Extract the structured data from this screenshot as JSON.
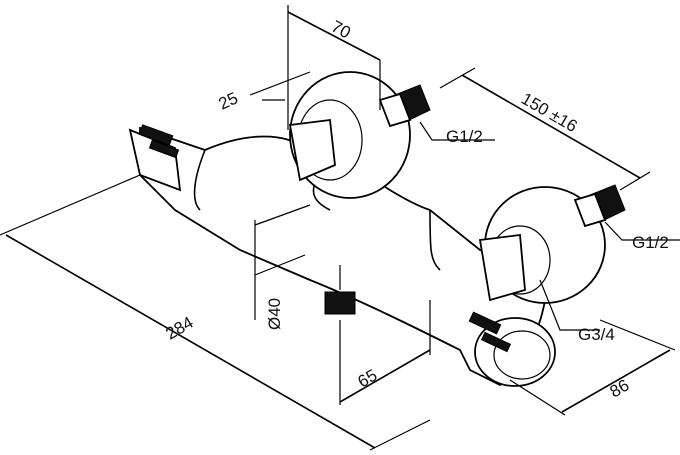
{
  "dimensions": {
    "d70": "70",
    "d25": "25",
    "d150": "150 ±16",
    "g12_top": "G1/2",
    "g12_right": "G1/2",
    "d284": "284",
    "d40": "Ø40",
    "d65": "65",
    "g34": "G3/4",
    "d86": "86"
  },
  "colors": {
    "line": "#000000",
    "background": "#ffffff"
  }
}
